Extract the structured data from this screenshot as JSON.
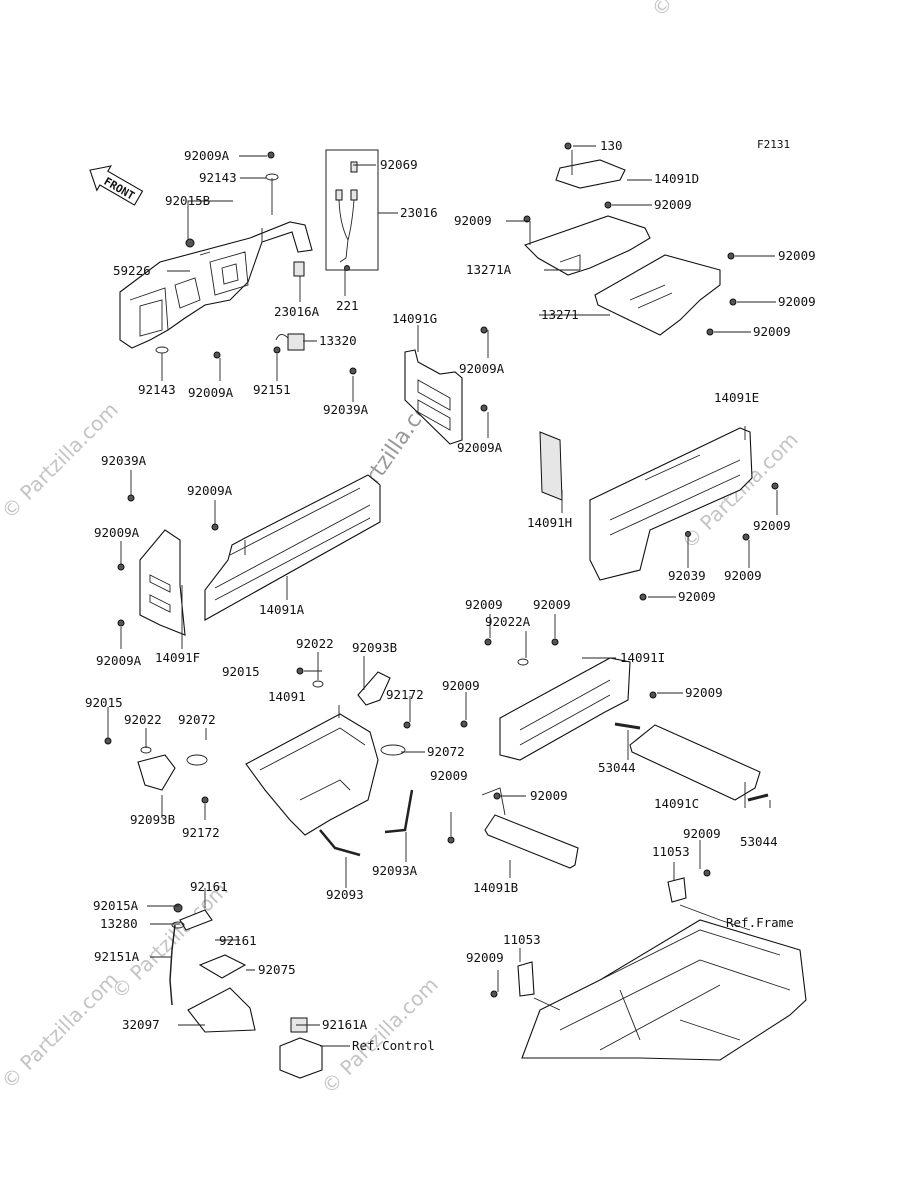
{
  "figure_id": "F2131",
  "front_label": "FRONT",
  "watermark": "© Partzilla.com",
  "labels": [
    "130",
    "14091D",
    "92009",
    "92009",
    "13271A",
    "92009",
    "13271",
    "92009",
    "92009",
    "92009A",
    "92143",
    "92015B",
    "92069",
    "23016",
    "59226",
    "23016A",
    "221",
    "92143",
    "92009A",
    "92151",
    "13320",
    "14091G",
    "92009A",
    "92039A",
    "92009A",
    "14091E",
    "92039A",
    "92009A",
    "92009A",
    "14091A",
    "14091F",
    "92009A",
    "14091H",
    "92039",
    "92009",
    "92009",
    "92009",
    "92015",
    "92022",
    "92093B",
    "92172",
    "14091",
    "92072",
    "92009",
    "92015",
    "92022",
    "92072",
    "92093B",
    "92172",
    "92093",
    "92093A",
    "92009",
    "92022A",
    "92009",
    "14091I",
    "92009",
    "92009",
    "53044",
    "14091C",
    "53044",
    "92009",
    "14091B",
    "92009",
    "11053",
    "Ref.Frame",
    "11053",
    "92009",
    "92015A",
    "92161",
    "13280",
    "92161",
    "92151A",
    "92075",
    "92161A",
    "32097",
    "Ref.Control"
  ]
}
